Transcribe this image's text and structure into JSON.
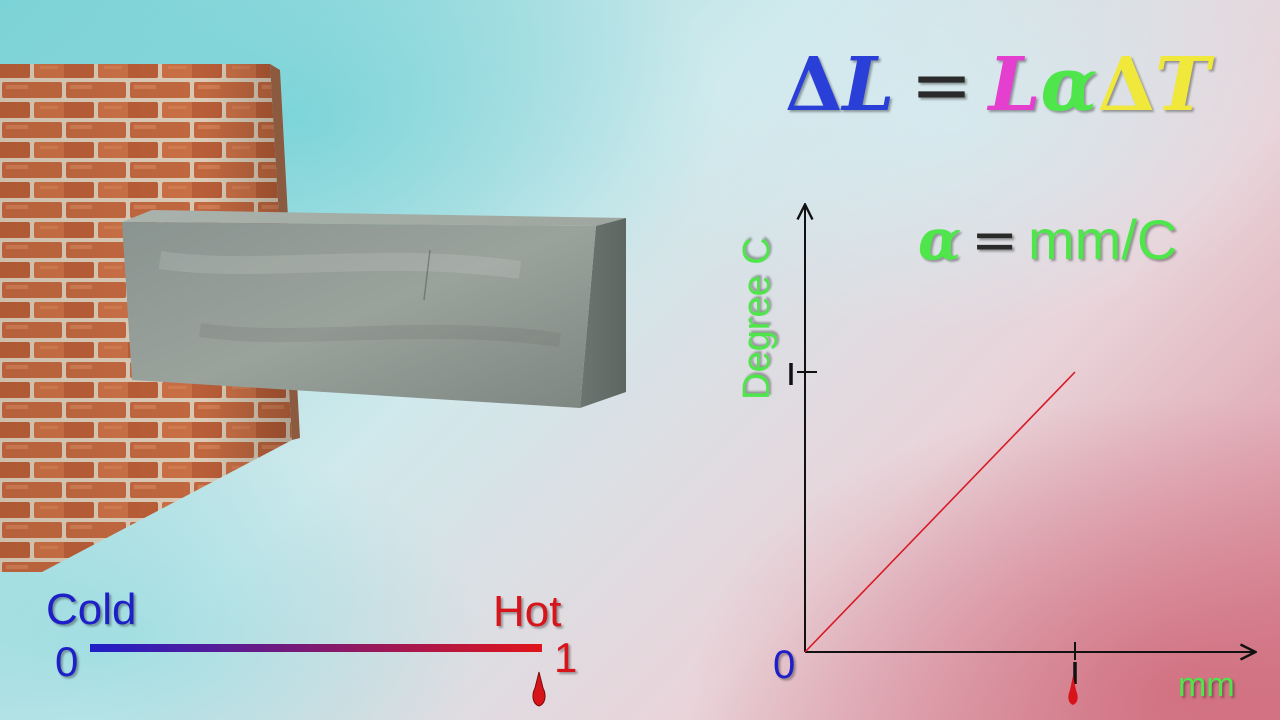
{
  "formula": {
    "delta1": "Δ",
    "L1": "L",
    "equals": "=",
    "L2": "L",
    "alpha": "α",
    "delta2": "Δ",
    "T": "T",
    "colors": {
      "blue": "#2a3fd8",
      "magenta": "#e53fd0",
      "green": "#4ee64a",
      "yellow": "#f0e83a"
    }
  },
  "alpha_definition": {
    "alpha": "α",
    "equals": "=",
    "units": "mm/C"
  },
  "temperature_scale": {
    "cold_label": "Cold",
    "hot_label": "Hot",
    "min_label": "0",
    "max_label": "1",
    "gradient_start": "#1f1fc8",
    "gradient_end": "#e0141a",
    "level": 1.0
  },
  "chart_data": {
    "type": "line",
    "ylabel": "Degree C",
    "xlabel": "mm",
    "origin_label": "0",
    "series": [
      {
        "color": "#d81a24",
        "x": [
          0,
          1
        ],
        "y": [
          0,
          1
        ]
      }
    ],
    "ticks": {
      "x": [
        1
      ],
      "y": [
        1
      ]
    },
    "grid": false
  },
  "scene": {
    "wall": "brick-wall",
    "beam": "concrete-beam"
  }
}
